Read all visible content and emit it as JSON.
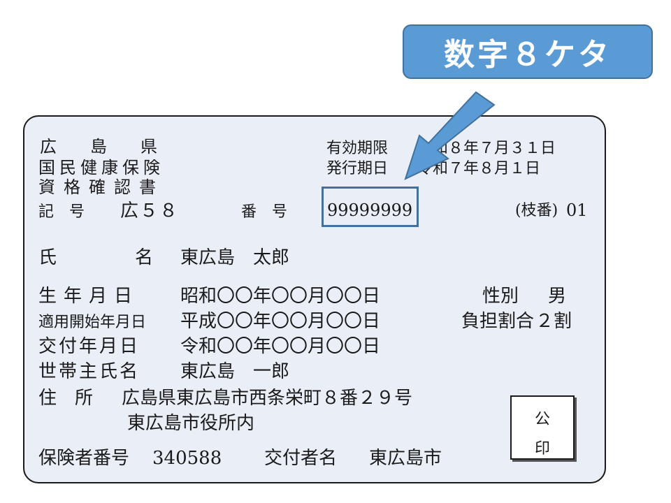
{
  "callout": {
    "label": "数字８ケタ",
    "color": "#5b9bd5"
  },
  "card": {
    "issuer_prefecture": "広　　島　　県",
    "card_type_line1": "国民健康保険",
    "card_type_line2": "資格確認書",
    "expiry_label": "有効期限",
    "expiry_value": "令和８年７月３１日",
    "issue_label": "発行期日",
    "issue_value": "令和７年８月１日",
    "symbol_label": "記　号",
    "symbol_value": "広５８",
    "number_label": "番　号",
    "number_value": "99999999",
    "branch_label": "(枝番)",
    "branch_value": "01",
    "name_label_1": "氏",
    "name_label_2": "名",
    "name_value": "東広島　太郎",
    "birth_label": "生年月日",
    "birth_value": "昭和〇〇年〇〇月〇〇日",
    "sex_label": "性別",
    "sex_value": "男",
    "start_label": "適用開始年月日",
    "start_value": "平成〇〇年〇〇月〇〇日",
    "ratio_label": "負担割合",
    "ratio_value": "２割",
    "delivery_label": "交付年月日",
    "delivery_value": "令和〇〇年〇〇月〇〇日",
    "householder_label": "世帯主氏名",
    "householder_value": "東広島　一郎",
    "address_label": "住　所",
    "address_line1": "広島県東広島市西条栄町８番２９号",
    "address_line2": "東広島市役所内",
    "insurer_number_label": "保険者番号",
    "insurer_number_value": "340588",
    "deliverer_label": "交付者名",
    "deliverer_value": "東広島市",
    "seal_top": "公",
    "seal_bottom": "印",
    "highlight_color": "#41719c"
  }
}
